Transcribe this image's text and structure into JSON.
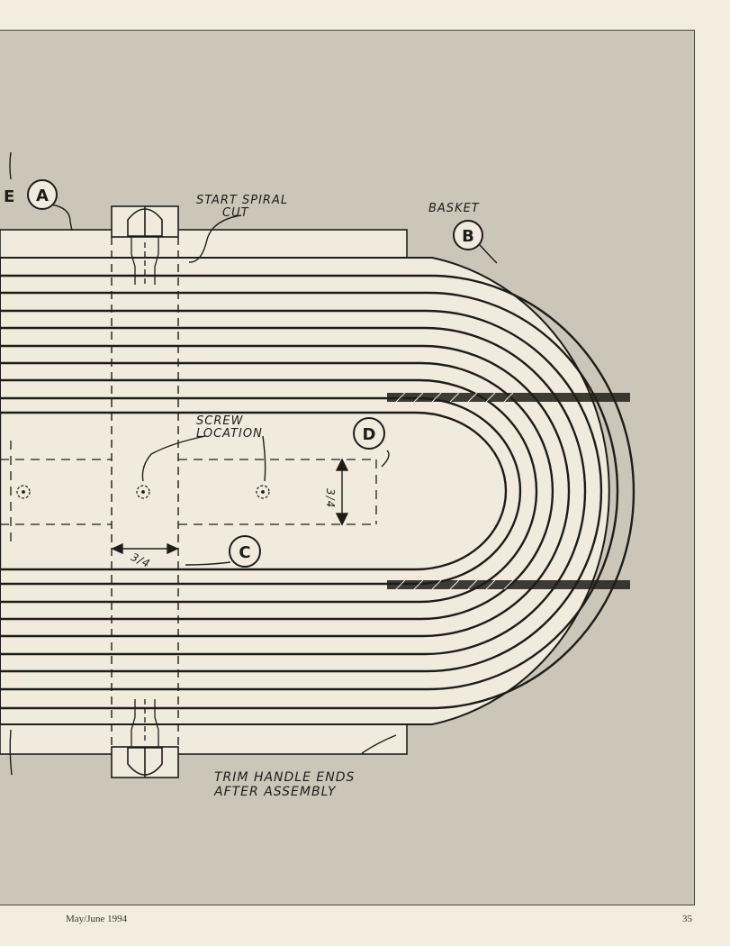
{
  "colors": {
    "panel": "#cdc5b7",
    "board": "#f2ebdd",
    "ink": "#1f1c18",
    "page": "#f3ecdf"
  },
  "labels": {
    "a_partial": "E",
    "part_a": "A",
    "part_b": "B",
    "part_c": "C",
    "part_d": "D",
    "start_spiral_line1": "START SPIRAL",
    "start_spiral_line2": "CUT",
    "basket": "BASKET",
    "screw_line1": "SCREW",
    "screw_line2": "LOCATION",
    "dim_vertical": "3/4",
    "dim_horizontal": "3/4",
    "trim_line1": "TRIM HANDLE ENDS",
    "trim_line2": "AFTER ASSEMBLY"
  },
  "footer": {
    "issue": "May/June 1994",
    "page_number": "35"
  }
}
